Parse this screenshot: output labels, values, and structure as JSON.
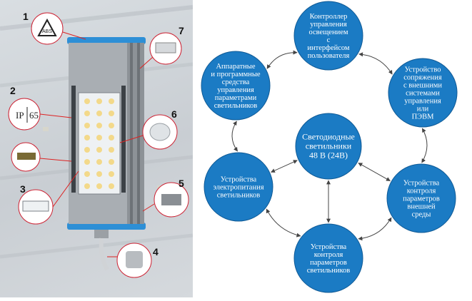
{
  "callouts": [
    {
      "num": "1",
      "icon": "recycle-abs-icon",
      "label": "ABS"
    },
    {
      "num": "2",
      "icon": "ip-rating-icon",
      "label_prefix": "IP",
      "label_value": "65"
    },
    {
      "num": "3",
      "icon": "led-strip-icon"
    },
    {
      "num": "4",
      "icon": "cable-gland-icon"
    },
    {
      "num": "5",
      "icon": "power-supply-icon"
    },
    {
      "num": "6",
      "icon": "led-lens-icon"
    },
    {
      "num": "7",
      "icon": "profile-cross-section-icon"
    }
  ],
  "diagram": {
    "center": [
      "Светодиодные",
      "светильники",
      "48 В (24В)"
    ],
    "nodes": [
      {
        "id": "top",
        "lines": [
          "Контроллер",
          "управления",
          "освещением",
          "с",
          "интерфейсом",
          "пользователя"
        ]
      },
      {
        "id": "upper-right",
        "lines": [
          "Устройство",
          "сопряжения",
          "с внешними",
          "системами",
          "управления",
          "или",
          "ПЭВМ"
        ]
      },
      {
        "id": "lower-right",
        "lines": [
          "Устройства",
          "контроля",
          "параметров",
          "внешней",
          "среды"
        ]
      },
      {
        "id": "bottom",
        "lines": [
          "Устройства",
          "контроля",
          "параметров",
          "светильников"
        ]
      },
      {
        "id": "lower-left",
        "lines": [
          "Устройства",
          "электропитания",
          "светильников"
        ]
      },
      {
        "id": "upper-left",
        "lines": [
          "Аппаратные",
          "и программные",
          "средства",
          "управления",
          "параметрами",
          "светильников"
        ]
      }
    ],
    "colors": {
      "node_fill": "#1b7bc4",
      "node_stroke": "#0f5a96",
      "arrow": "#444444"
    }
  }
}
